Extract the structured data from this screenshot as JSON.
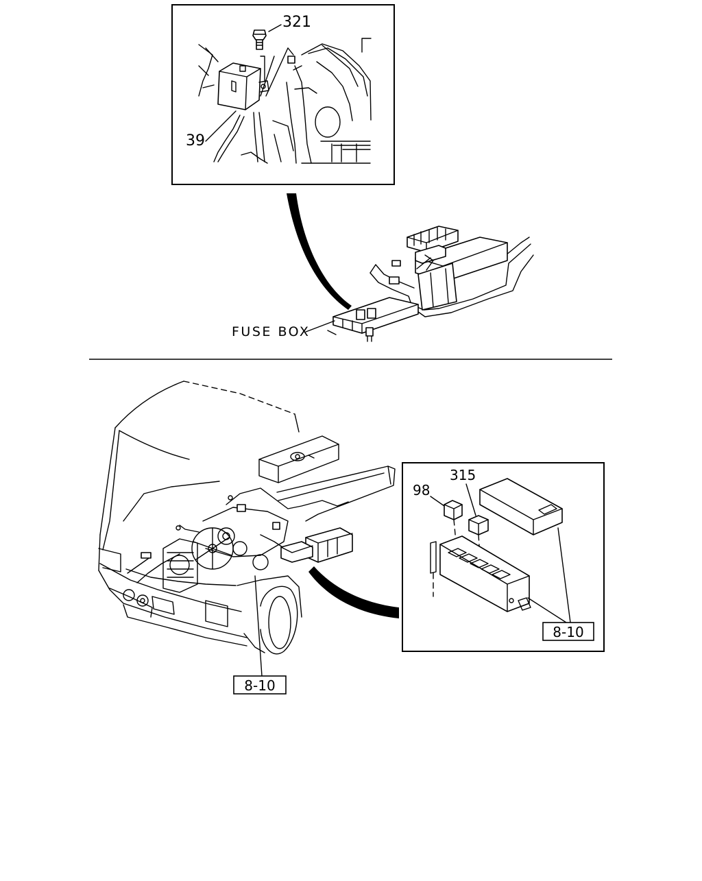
{
  "colors": {
    "ink": "#000000",
    "paper": "#ffffff"
  },
  "top_callout": {
    "labels": {
      "bolt": "321",
      "relay": "39"
    }
  },
  "fuse_box_label": "FUSE BOX",
  "bottom_callout": {
    "labels": {
      "relay_left": "98",
      "relay_right": "315",
      "ref": "8-10"
    }
  },
  "vehicle_ref": "8-10"
}
